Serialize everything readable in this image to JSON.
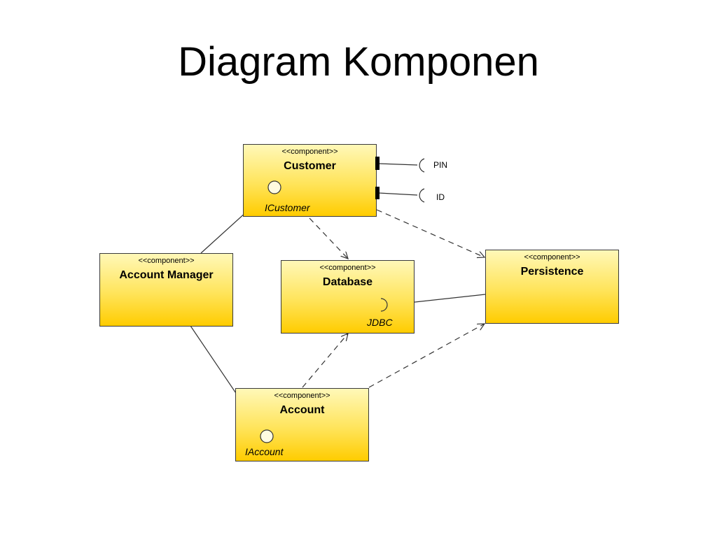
{
  "title": "Diagram Komponen",
  "stereotype": "<<component>>",
  "components": {
    "customer": {
      "name": "Customer",
      "interface": "ICustomer",
      "ports": [
        "PIN",
        "ID"
      ]
    },
    "account_manager": {
      "name": "Account Manager"
    },
    "database": {
      "name": "Database",
      "interface": "JDBC"
    },
    "persistence": {
      "name": "Persistence"
    },
    "account": {
      "name": "Account",
      "interface": "IAccount"
    }
  },
  "colors": {
    "component_top": "#fff8b8",
    "component_bottom": "#ffcc00",
    "border": "#3a3a3a",
    "line": "#333333"
  }
}
